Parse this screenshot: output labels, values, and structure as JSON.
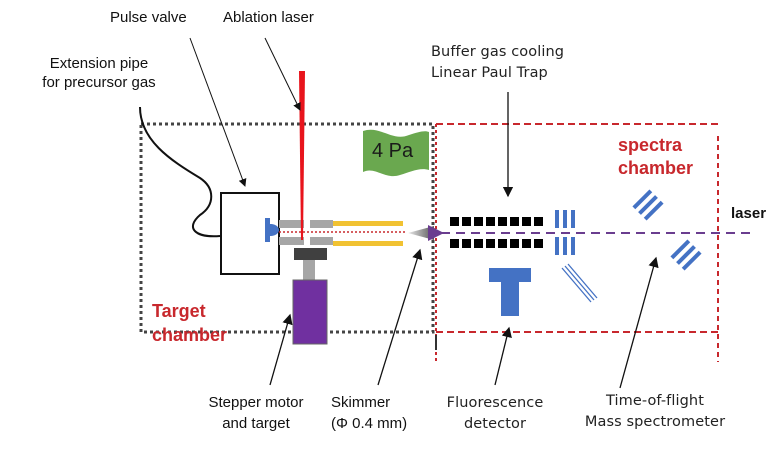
{
  "labels": {
    "pulse_valve": "Pulse valve",
    "ablation_laser": "Ablation laser",
    "extension_pipe_line1": "Extension pipe",
    "extension_pipe_line2": "for precursor gas",
    "buffer_gas_line1": "Buffer gas cooling",
    "buffer_gas_line2": "Linear Paul Trap",
    "pressure": "4 Pa",
    "spectra_chamber_line1": "spectra",
    "spectra_chamber_line2": "chamber",
    "laser": "laser",
    "target_chamber_line1": "Target",
    "target_chamber_line2": "chamber",
    "stepper_line1": "Stepper motor",
    "stepper_line2": "and target",
    "skimmer_line1": "Skimmer",
    "skimmer_line2": "(Φ 0.4 mm)",
    "fluorescence_line1": "Fluorescence",
    "fluorescence_line2": "detector",
    "tof_line1": "Time-of-flight",
    "tof_line2": "Mass spectrometer"
  },
  "colors": {
    "chamber_red": "#c8282d",
    "chamber_gray": "#444444",
    "laser_red": "#e8141c",
    "pressure_green": "#6aa84f",
    "optics_blue": "#4472c4",
    "rod_yellow": "#f1c232",
    "motor_purple": "#7030a0",
    "probe_laser_purple": "#6a3d8f"
  }
}
